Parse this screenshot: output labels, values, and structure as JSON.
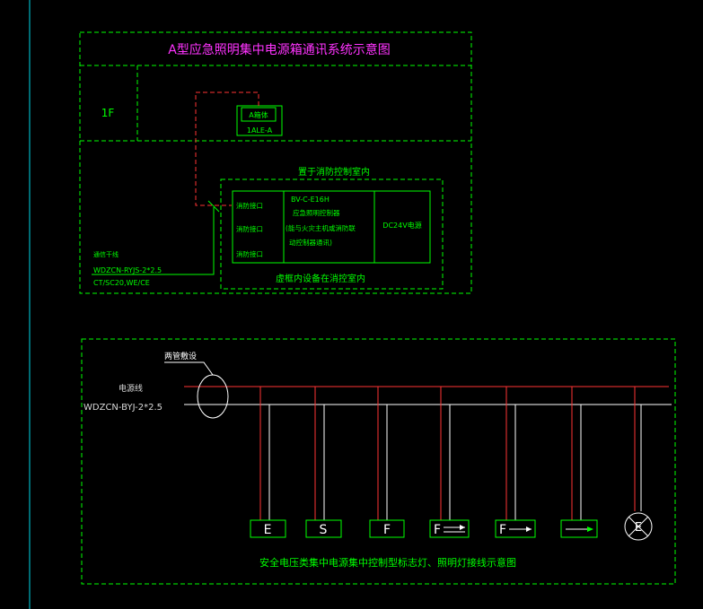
{
  "colors": {
    "background": "#000000",
    "frame": "#00ff00",
    "title": "#ff33ff",
    "text_green": "#00ff00",
    "text_light": "#d8d8d8",
    "red_line": "#ff3333",
    "white_line": "#ffffff",
    "cyan_line": "#00d8e8"
  },
  "top_diagram": {
    "title": "A型应急照明集中电源箱通讯系统示意图",
    "floor_label": "1F",
    "box_label": "A箱体",
    "box_id": "1ALE-A",
    "room_label": "置于消防控制室内",
    "port1": "消防接口",
    "port2": "消防接口",
    "port3": "消防接口",
    "controller_model": "BV-C-E16H",
    "controller_name": "应急照明控制器",
    "controller_note1": "(能与火灾主机或消防联",
    "controller_note2": "动控制器通讯)",
    "power_label": "DC24V电源",
    "signal_label": "通信干线",
    "cable_spec": "WDZCN-RYJS-2*2.5",
    "conduit_spec": "CT/SC20,WE/CE",
    "bottom_note": "虚框内设备在消控室内"
  },
  "bottom_diagram": {
    "bus_label": "两管敷设",
    "power_line_label": "电源线",
    "cable_spec": "WDZCN-BYJ-2*2.5",
    "fixtures": [
      {
        "label": "E",
        "kind": "text"
      },
      {
        "label": "S",
        "kind": "text"
      },
      {
        "label": "F",
        "kind": "text"
      },
      {
        "label": "F",
        "kind": "arrow-double"
      },
      {
        "label": "F",
        "kind": "arrow"
      },
      {
        "label": "",
        "kind": "arrow-only"
      },
      {
        "label": "E",
        "kind": "circle"
      }
    ],
    "caption": "安全电压类集中电源集中控制型标志灯、照明灯接线示意图"
  }
}
